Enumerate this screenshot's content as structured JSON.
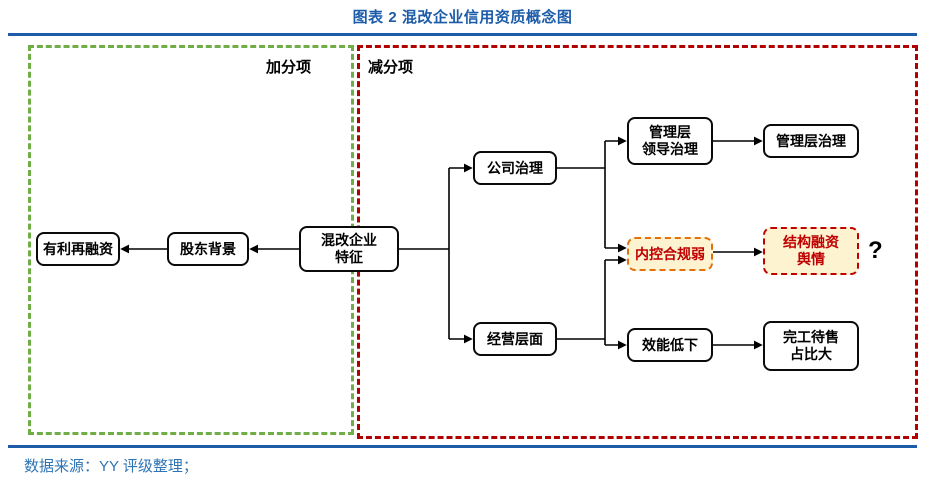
{
  "title": "图表 2 混改企业信用资质概念图",
  "regions": {
    "plus_label": "加分项",
    "minus_label": "减分项"
  },
  "nodes": {
    "refinance": {
      "label": "有利再融资"
    },
    "shareholder": {
      "label": "股东背景"
    },
    "feature": {
      "label": "混改企业\n特征"
    },
    "governance": {
      "label": "公司治理"
    },
    "operation": {
      "label": "经营层面"
    },
    "mgmt_lead": {
      "label": "管理层\n领导治理"
    },
    "mgmt_gov": {
      "label": "管理层治理"
    },
    "internal_control": {
      "label": "内控合规弱"
    },
    "structured_finance": {
      "label": "结构融资\n舆情"
    },
    "efficiency": {
      "label": "效能低下"
    },
    "completed_unsold": {
      "label": "完工待售\n占比大"
    },
    "question_mark": "?"
  },
  "edges": [
    {
      "from": "shareholder",
      "to": "refinance"
    },
    {
      "from": "feature",
      "to": "shareholder"
    },
    {
      "from": "feature",
      "to": "governance"
    },
    {
      "from": "feature",
      "to": "operation"
    },
    {
      "from": "governance",
      "to": "mgmt_lead"
    },
    {
      "from": "governance",
      "to": "internal_control"
    },
    {
      "from": "operation",
      "to": "internal_control"
    },
    {
      "from": "operation",
      "to": "efficiency"
    },
    {
      "from": "mgmt_lead",
      "to": "mgmt_gov"
    },
    {
      "from": "internal_control",
      "to": "structured_finance"
    },
    {
      "from": "efficiency",
      "to": "completed_unsold"
    }
  ],
  "footer": {
    "source": "数据来源：YY 评级整理；"
  },
  "colors": {
    "accent_blue": "#1D5CA9",
    "source_blue": "#2E74B5",
    "plus_green": "#70AD47",
    "minus_red": "#B00000",
    "highlight_fill": "#FDF3D0",
    "highlight_text": "#C00000",
    "highlight_border_orange": "#E2700D",
    "highlight_border_red": "#C00000"
  }
}
